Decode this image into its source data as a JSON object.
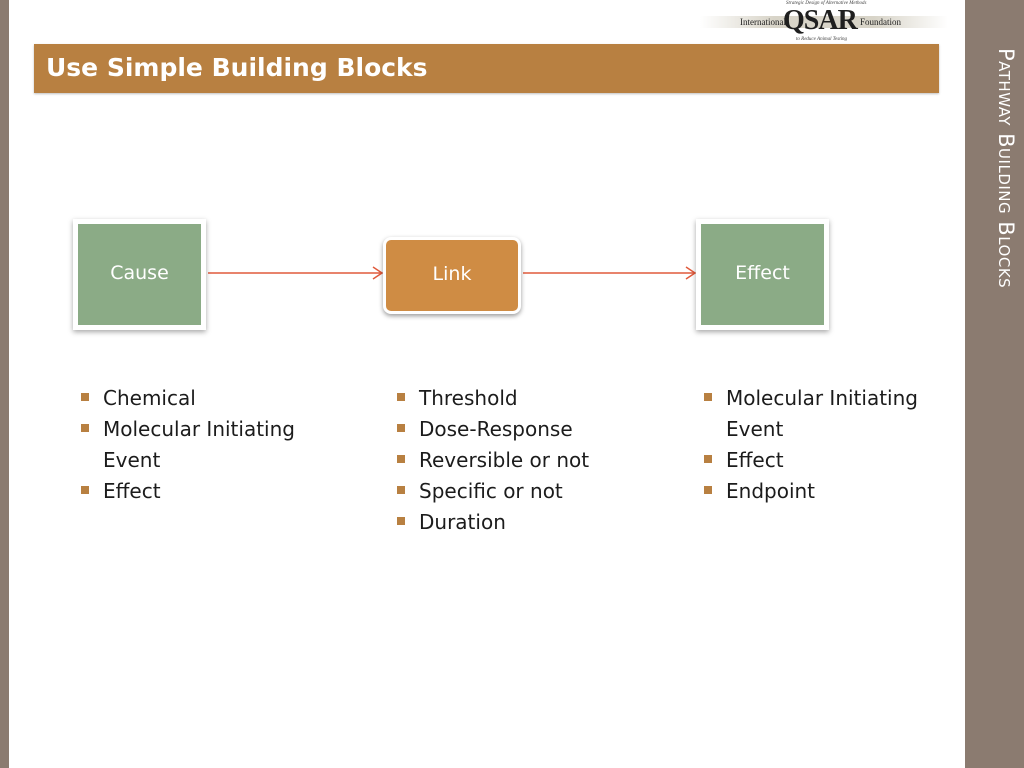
{
  "slide": {
    "title": "Use Simple Building Blocks",
    "side_title": "Pathway Building Blocks"
  },
  "logo": {
    "left_text": "International",
    "main_text": "QSAR",
    "right_text": "Foundation",
    "top_text": "Strategic Design of Alternative Methods",
    "bottom_text": "to Reduce Animal Testing"
  },
  "diagram": {
    "nodes": [
      {
        "id": "cause",
        "label": "Cause"
      },
      {
        "id": "link",
        "label": "Link"
      },
      {
        "id": "effect",
        "label": "Effect"
      }
    ],
    "edges": [
      {
        "from": "cause",
        "to": "link"
      },
      {
        "from": "link",
        "to": "effect"
      }
    ],
    "lists": {
      "cause": [
        "Chemical",
        "Molecular Initiating Event",
        "Effect"
      ],
      "link": [
        "Threshold",
        "Dose-Response",
        "Reversible or not",
        "Specific or not",
        "Duration"
      ],
      "effect": [
        "Molecular Initiating Event",
        "Effect",
        "Endpoint"
      ]
    }
  },
  "colors": {
    "title_bar": "#b88041",
    "side_panel": "#8b7b70",
    "cause_effect_box": "#8bab86",
    "link_box": "#cf8c44",
    "arrow": "#e05a3c",
    "bullet": "#b88041"
  }
}
